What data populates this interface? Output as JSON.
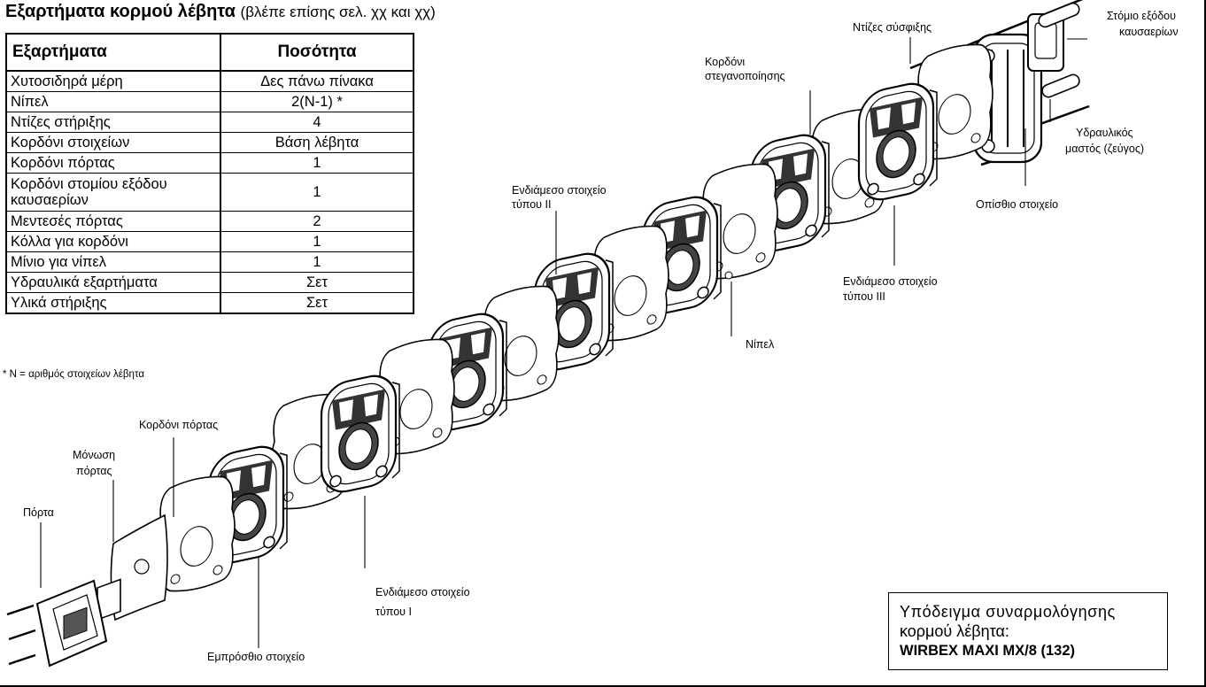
{
  "heading": {
    "title": "Εξαρτήματα κορμού λέβητα",
    "subtitle": "(βλέπε επίσης σελ. χχ και χχ)"
  },
  "parts_table": {
    "headers": [
      "Εξαρτήματα",
      "Ποσότητα"
    ],
    "rows": [
      [
        "Χυτοσιδηρά μέρη",
        "Δες πάνω πίνακα"
      ],
      [
        "Νίπελ",
        "2(N-1) *"
      ],
      [
        "Ντίζες στήριξης",
        "4"
      ],
      [
        "Κορδόνι στοιχείων",
        "Βάση λέβητα"
      ],
      [
        "Κορδόνι πόρτας",
        "1"
      ],
      [
        "Κορδόνι στομίου εξόδου καυσαερίων",
        "1"
      ],
      [
        "Μεντεσές πόρτας",
        "2"
      ],
      [
        "Κόλλα για κορδόνι",
        "1"
      ],
      [
        "Μίνιο για νίπελ",
        "1"
      ],
      [
        "Υδραυλικά εξαρτήματα",
        "Σετ"
      ],
      [
        "Υλικά στήριξης",
        "Σετ"
      ]
    ]
  },
  "footnote": "* N = αριθμός στοιχείων λέβητα",
  "callouts": {
    "door": "Πόρτα",
    "door_insulation_1": "Μόνωση",
    "door_insulation_2": "πόρτας",
    "door_gasket": "Κορδόνι πόρτας",
    "front_section": "Εμπρόσθιο στοιχείο",
    "inter_1_a": "Ενδιάμεσο στοιχείο",
    "inter_1_b": "τύπου I",
    "inter_2_a": "Ενδιάμεσο στοιχείο",
    "inter_2_b": "τύπου II",
    "nipple": "Νίπελ",
    "inter_3_a": "Ενδιάμεσο στοιχείο",
    "inter_3_b": "τύπου III",
    "sealing_gasket_a": "Κορδόνι",
    "sealing_gasket_b": "στεγανοποίησης",
    "tie_rods": "Ντίζες σύσφιξης",
    "flue_outlet_a": "Στόμιο εξόδου",
    "flue_outlet_b": "καυσαερίων",
    "hydraulic_a": "Υδραυλικός",
    "hydraulic_b": "μαστός (ζεύγος)",
    "rear_section": "Οπίσθιο στοιχείο"
  },
  "infobox": {
    "line1": "Υπόδειγμα συναρμολόγησης",
    "line2": "κορμού λέβητα:",
    "line3": "WIRBEX MAXI MX/8 (132)"
  }
}
